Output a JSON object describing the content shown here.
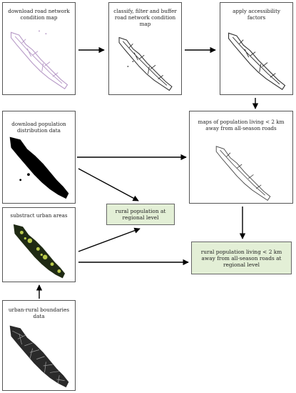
{
  "boxes": {
    "download_road": "download road network condition map",
    "classify_buffer": "classify, filter and buffer road network condition map",
    "apply_accessibility": "apply accessibility factors",
    "download_population": "download population distribution data",
    "maps_population": "maps of population living < 2 km away from all-season roads",
    "subtract_urban": "substract urban areas",
    "urban_rural": "urban-rural boundaries data",
    "rural_population_regional": "rural population at regional level",
    "rural_population_2km": "rural population living < 2 km away from all-season roads at regional level"
  },
  "colors": {
    "road_map_lilac": "#b79ac7",
    "road_map_dark": "#333333",
    "population_black": "#000000",
    "urban_green": "#b8c94a",
    "result_fill": "#e3efd6"
  }
}
